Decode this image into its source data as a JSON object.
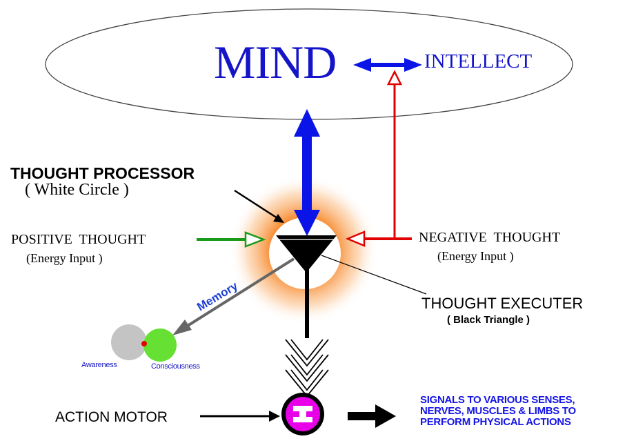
{
  "mind": {
    "label": "MIND",
    "color": "#1414c8"
  },
  "intellect": {
    "label": "INTELLECT",
    "color": "#1414c8"
  },
  "processor": {
    "title": "THOUGHT PROCESSOR",
    "subtitle": "( White Circle )"
  },
  "positive": {
    "title": "POSITIVE  THOUGHT",
    "subtitle": "(Energy Input )",
    "arrow_color": "#1a9a1a"
  },
  "negative": {
    "title": "NEGATIVE  THOUGHT",
    "subtitle": "(Energy Input )",
    "arrow_color": "#e00000"
  },
  "executer": {
    "title": "THOUGHT EXECUTER",
    "subtitle": "( Black Triangle )"
  },
  "memory": {
    "label": "Memory",
    "color": "#1c3fd6"
  },
  "awareness": {
    "label": "Awareness",
    "circle_color": "#c4c4c4"
  },
  "consciousness": {
    "label": "Consciousness",
    "circle_color": "#66e033"
  },
  "action_motor": {
    "label": "ACTION MOTOR",
    "color": "#e800e8"
  },
  "signals": {
    "line1": "SIGNALS TO VARIOUS SENSES,",
    "line2": "NERVES, MUSCLES & LIMBS TO",
    "line3": "PERFORM PHYSICAL ACTIONS",
    "color": "#1414e6"
  },
  "glow_color": "#f57a1c"
}
